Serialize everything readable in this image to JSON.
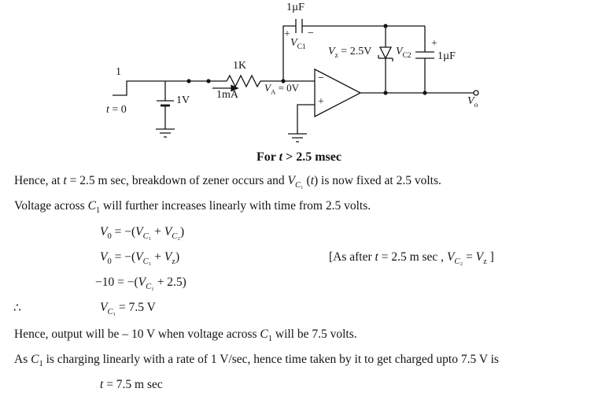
{
  "circuit": {
    "caption": "For *t* > 2.5 msec",
    "source": {
      "step_amplitude": "1",
      "step_time": "*t* = 0",
      "battery_value": "1V"
    },
    "resistor": {
      "value": "1K"
    },
    "current": {
      "label": "1mA"
    },
    "node": {
      "label": "*V*_{A} = 0V"
    },
    "feedback_cap": {
      "value": "1µF",
      "plus": "+",
      "minus": "−",
      "voltage": "*V*_{C1}"
    },
    "opamp": {
      "minus": "−",
      "plus": "+"
    },
    "zener": {
      "label": "*V*_{z} = 2.5V"
    },
    "cap2": {
      "voltage": "*V*_{C2}",
      "plus": "+",
      "value": "1µF"
    },
    "output": {
      "label": "*V*_{o}"
    }
  },
  "solution": {
    "para1": "Hence, at *t* = 2.5 m sec,  breakdown of zener occurs and *V*_{*C*₁} (*t*)  is now fixed at 2.5 volts.",
    "para2": "Voltage across *C*_{1} will further increases linearly with time from 2.5 volts.",
    "eq1": "*V*_{0} = −(*V*_{*C*₁} + *V*_{*C*₂})",
    "eq2": "*V*_{0} = −(*V*_{*C*₁} + *V*_{z})",
    "eq2_note": "[As after *t* = 2.5 m sec , *V*_{*C*₂} = *V*_{z} ]",
    "eq3": "−10 = −(*V*_{*C*₁} + 2.5)",
    "therefore": "∴",
    "eq4": "*V*_{*C*₁} = 7.5 V",
    "para3": "Hence, output will be – 10 V when voltage across *C*_{1} will be 7.5 volts.",
    "para4": "As *C*_{1} is charging linearly with a rate of 1 V/sec, hence time taken by it to get charged upto 7.5 V is",
    "final": "*t* = 7.5 m sec"
  }
}
